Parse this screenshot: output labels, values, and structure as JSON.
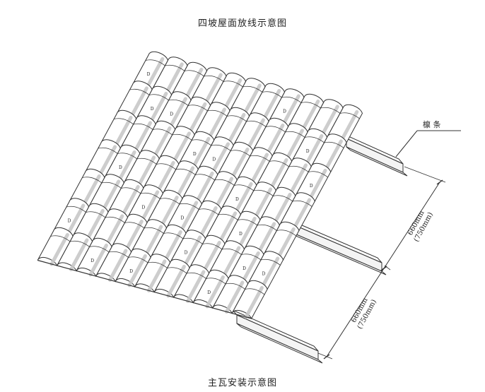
{
  "titles": {
    "top": "四坡屋面放线示意图",
    "bottom": "主瓦安装示意图"
  },
  "callout": {
    "purlin_label": "檩 条"
  },
  "dimensions": [
    {
      "value": "660mm",
      "alt": "(750mm)"
    },
    {
      "value": "660mm",
      "alt": "(750mm)"
    }
  ],
  "tile_mark": "D",
  "colors": {
    "line": "#333333",
    "tile_fill": "#ffffff",
    "shadow": "#c8c8c8"
  }
}
